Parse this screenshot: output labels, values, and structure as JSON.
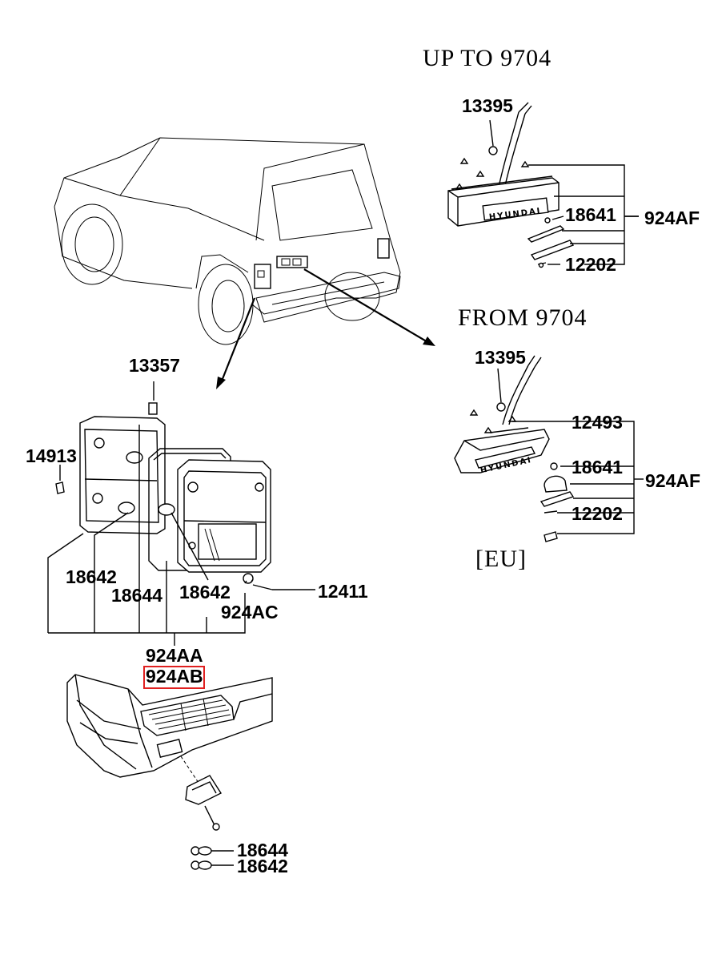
{
  "headers": {
    "up_to": "UP TO 9704",
    "from": "FROM 9704",
    "eu": "[EU]"
  },
  "part_numbers": {
    "p13395_top": "13395",
    "p18641_top": "18641",
    "p924af_top": "924AF",
    "p12202_top": "12202",
    "p13395_bot": "13395",
    "p12493": "12493",
    "p18641_bot": "18641",
    "p924af_bot": "924AF",
    "p12202_bot": "12202",
    "p13357": "13357",
    "p14913": "14913",
    "p18642_left": "18642",
    "p18644_mid": "18644",
    "p18642_mid": "18642",
    "p12411": "12411",
    "p924ac": "924AC",
    "p924aa": "924AA",
    "p924ab": "924AB",
    "p18644_bottom": "18644",
    "p18642_bottom": "18642"
  },
  "lamp_lettering": {
    "license_lamp_old": "HYUNDAI",
    "license_lamp_new": "HYUNDAI"
  },
  "highlight": {
    "target": "924AB",
    "color": "#e02020"
  }
}
